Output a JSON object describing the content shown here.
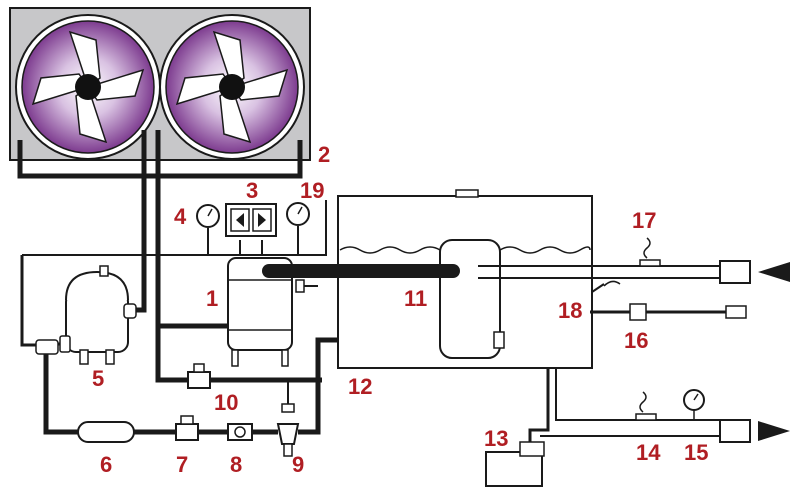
{
  "colors": {
    "label": "#b01e23",
    "pipe": "#1a1a1a",
    "condenser_panel": "#c7c7c9",
    "fan_gradient_inner": "#ffffff",
    "fan_gradient_outer": "#7d3b8f",
    "outline": "#1a1a1a"
  },
  "labels": {
    "l1": "1",
    "l2": "2",
    "l3": "3",
    "l4": "4",
    "l5": "5",
    "l6": "6",
    "l7": "7",
    "l8": "8",
    "l9": "9",
    "l10": "10",
    "l11": "11",
    "l12": "12",
    "l13": "13",
    "l14": "14",
    "l15": "15",
    "l16": "16",
    "l17": "17",
    "l18": "18",
    "l19": "19"
  },
  "icons": {
    "fans": "fan-icon",
    "gauges": "pressure-gauge-icon",
    "arrows": "flow-arrow-icon"
  }
}
